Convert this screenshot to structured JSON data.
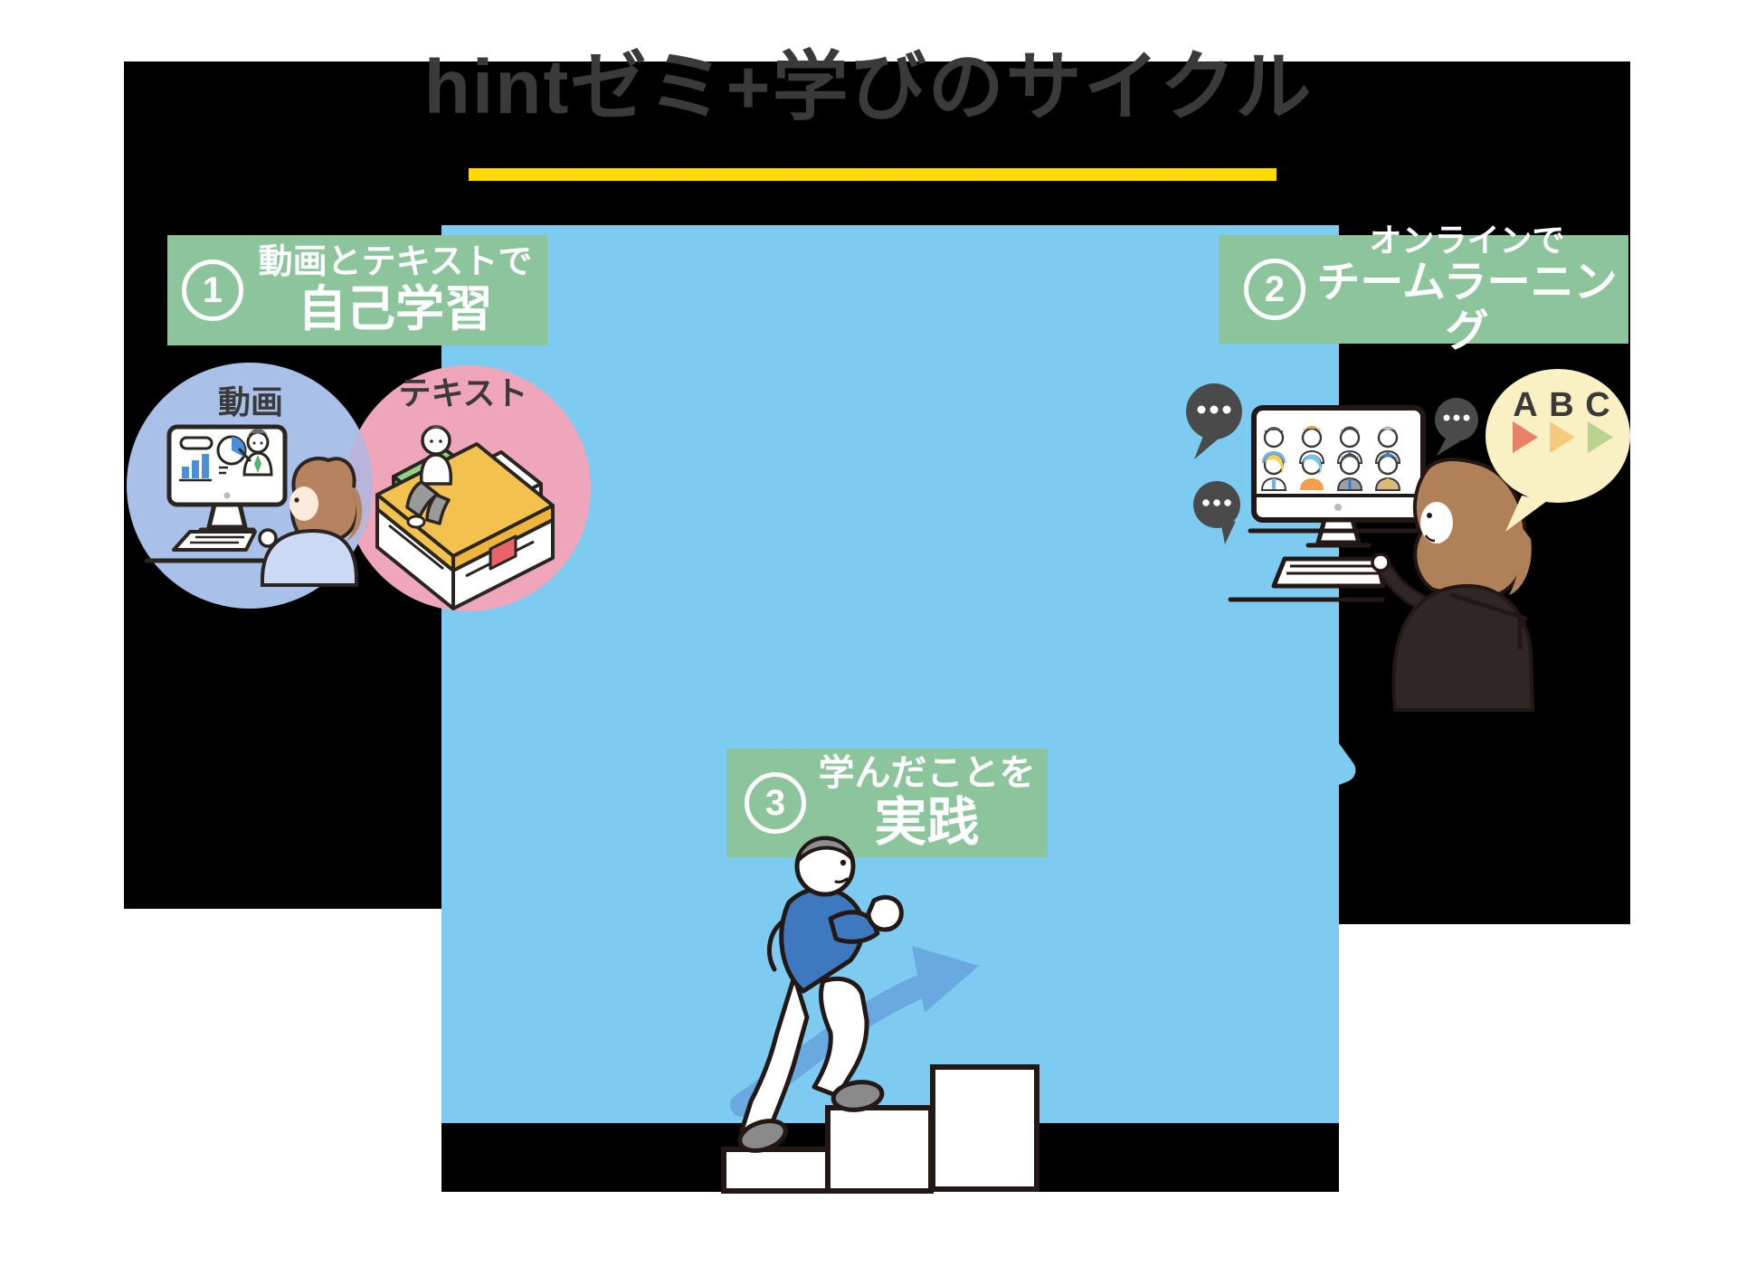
{
  "title": "hintゼミ+学びのサイクル",
  "steps": [
    {
      "number": "1",
      "line1": "動画とテキストで",
      "line2": "自己学習"
    },
    {
      "number": "2",
      "line1": "オンラインで",
      "line2": "チームラーニング"
    },
    {
      "number": "3",
      "line1": "学んだことを",
      "line2": "実践"
    }
  ],
  "labels": {
    "video": "動画",
    "text": "テキスト"
  },
  "speech": {
    "a": "A",
    "b": "B",
    "c": "C"
  },
  "colors": {
    "backdrop": "#000000",
    "blue_square": "#7ecbf1",
    "step_green": "#8cc59c",
    "title_text": "#3a3a3a",
    "underline_yellow": "#ffd900",
    "video_circle": "#a9c0e8",
    "text_circle": "#efa5ba",
    "circle_overlap": "#b9b4d9",
    "speech_bubble_dark": "#4a4a4a",
    "speech_bubble_yellow": "#f9f0c3",
    "triangle_a": "#e9806a",
    "triangle_b": "#f5c97e",
    "triangle_c": "#b8d48e",
    "jacket_blue": "#3e79c0",
    "arrow_blue": "#69a9e0",
    "book_yellow": "#f2c14e",
    "bookmark_red": "#e8636a",
    "sofa_green": "#7fc878"
  }
}
